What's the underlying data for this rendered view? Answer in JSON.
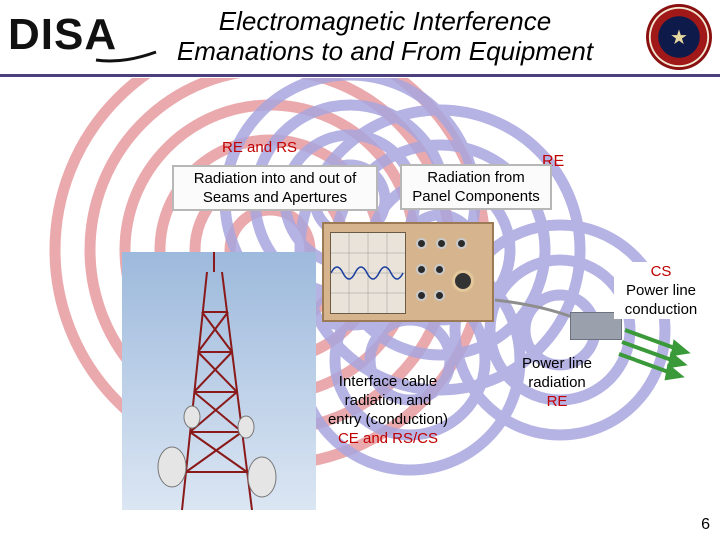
{
  "header": {
    "logo_text": "DISA",
    "title_line1": "Electromagnetic Interference",
    "title_line2": "Emanations to and From Equipment"
  },
  "labels": {
    "re_rs": "RE and RS",
    "seams_line1": "Radiation into and out of",
    "seams_line2": "Seams and Apertures",
    "re_top": "RE",
    "panel_line1": "Radiation from",
    "panel_line2": "Panel Components",
    "cs": "CS",
    "power_cond_line1": "Power line",
    "power_cond_line2": "conduction",
    "cable_line1": "Interface cable",
    "cable_line2": "radiation and",
    "cable_line3": "entry (conduction)",
    "cable_line4": "CE and RS/CS",
    "power_rad_line1": "Power line",
    "power_rad_line2": "radiation",
    "power_rad_line3": "RE"
  },
  "page_number": "6",
  "colors": {
    "title_rule": "#4c3f7e",
    "red_rings": "#e8a0a5",
    "blue_rings": "#a9a6df",
    "red_text": "#c00000"
  }
}
